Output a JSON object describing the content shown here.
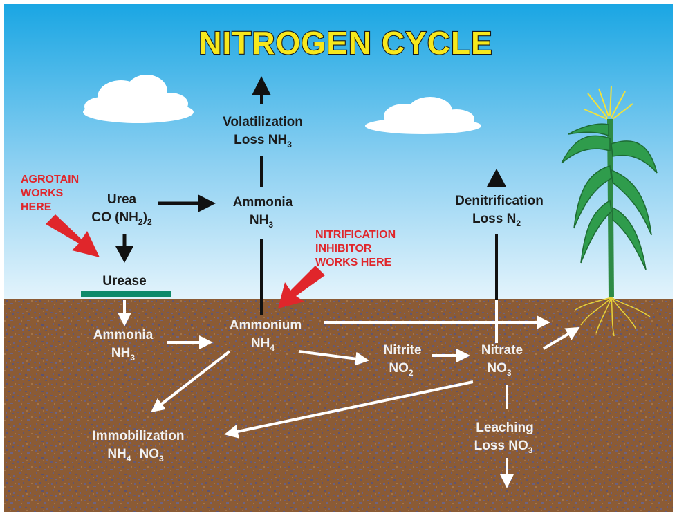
{
  "title": "NITROGEN CYCLE",
  "labels": {
    "volatilization_1": "Volatilization",
    "volatilization_2": "Loss NH",
    "volatilization_sub": "3",
    "urea_1": "Urea",
    "urea_2a": "CO (NH",
    "urea_2_sub": "2",
    "urea_2b": ")",
    "urea_2_sub2": "2",
    "ammonia_air_1": "Ammonia",
    "ammonia_air_2": "NH",
    "ammonia_air_sub": "3",
    "denitrification_1": "Denitrification",
    "denitrification_2": "Loss N",
    "denitrification_sub": "2",
    "urease": "Urease",
    "ammonia_soil_1": "Ammonia",
    "ammonia_soil_2": "NH",
    "ammonia_soil_sub": "3",
    "ammonium_1": "Ammonium",
    "ammonium_2": "NH",
    "ammonium_sub": "4",
    "nitrite_1": "Nitrite",
    "nitrite_2": "NO",
    "nitrite_sub": "2",
    "nitrate_1": "Nitrate",
    "nitrate_2": "NO",
    "nitrate_sub": "3",
    "immobilization_1": "Immobilization",
    "immobilization_2a": "NH",
    "immobilization_2a_sub": "4",
    "immobilization_2b": "NO",
    "immobilization_2b_sub": "3",
    "leaching_1": "Leaching",
    "leaching_2": "Loss NO",
    "leaching_sub": "3"
  },
  "callouts": {
    "agrotain_1": "AGROTAIN",
    "agrotain_2": "WORKS",
    "agrotain_3": "HERE",
    "nitrification_1": "NITRIFICATION",
    "nitrification_2": "INHIBITOR",
    "nitrification_3": "WORKS HERE"
  },
  "colors": {
    "sky_top": "#1aa6e3",
    "sky_bottom": "#dff1fb",
    "soil": "#8a5a34",
    "soil_speckle": "#6b5c78",
    "title_fill": "#f7e81c",
    "callout_red": "#e0262b",
    "urease_bar": "#0f8a6a",
    "plant_green": "#2e9a4a",
    "tassel_yellow": "#f2e23a"
  }
}
